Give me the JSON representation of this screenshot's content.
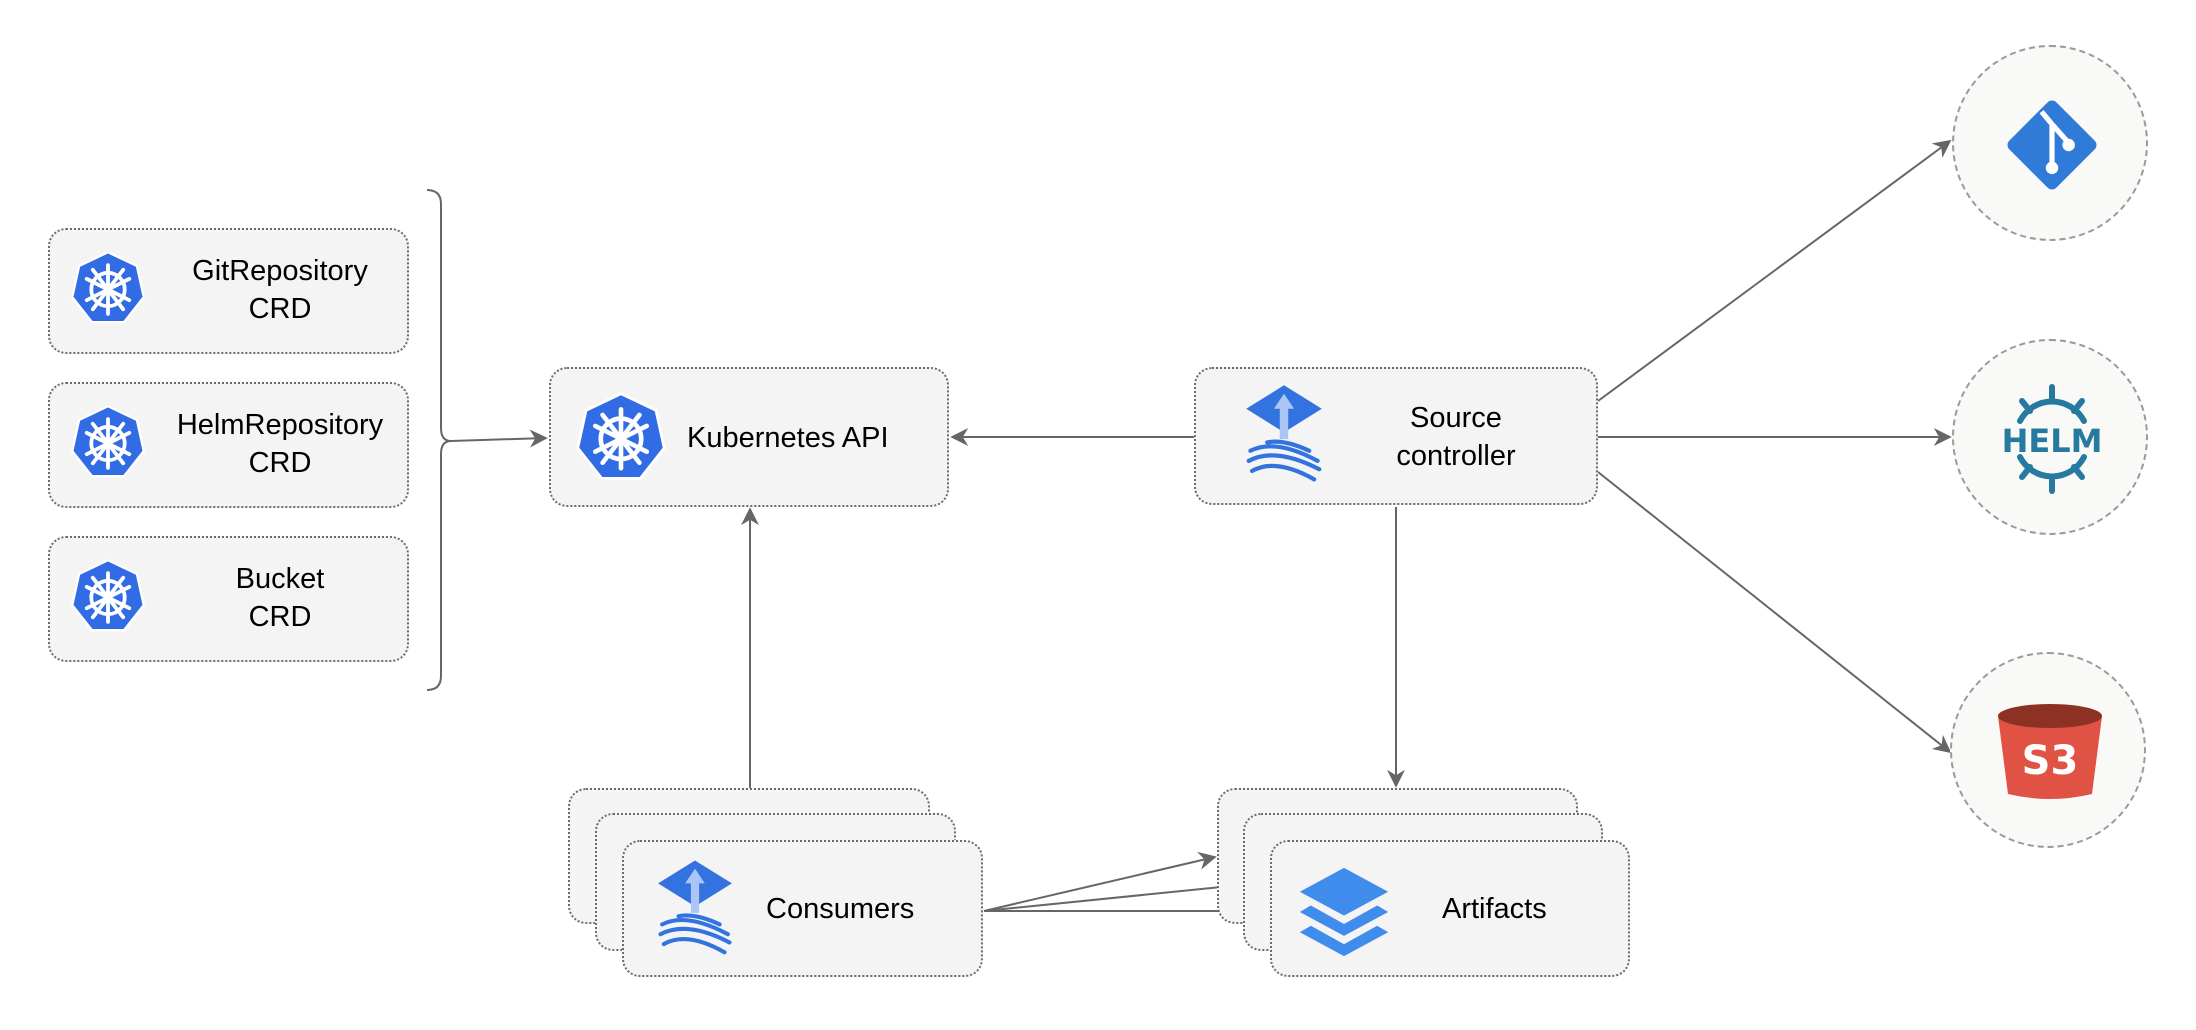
{
  "crds": [
    {
      "line1": "GitRepository",
      "line2": "CRD",
      "icon": "kubernetes-icon"
    },
    {
      "line1": "HelmRepository",
      "line2": "CRD",
      "icon": "kubernetes-icon"
    },
    {
      "line1": "Bucket",
      "line2": "CRD",
      "icon": "kubernetes-icon"
    }
  ],
  "kubernetes_api": {
    "label": "Kubernetes API",
    "icon": "kubernetes-icon"
  },
  "source_controller": {
    "line1": "Source",
    "line2": "controller",
    "icon": "flux-icon"
  },
  "consumers": {
    "label": "Consumers",
    "icon": "flux-icon"
  },
  "artifacts": {
    "label": "Artifacts",
    "icon": "layers-icon"
  },
  "sources": [
    {
      "name": "git",
      "icon": "git-icon"
    },
    {
      "name": "helm",
      "icon": "helm-icon",
      "logo_text": "HELM"
    },
    {
      "name": "s3",
      "icon": "s3-bucket-icon",
      "logo_text": "S3"
    }
  ],
  "colors": {
    "kubernetes": "#326ce5",
    "flux": "#3273e0",
    "layers": "#408cec",
    "git": "#2f7bd7",
    "helm": "#277a9f",
    "s3": "#e05243",
    "s3_dark": "#8c3123",
    "box_bg": "#f4f4f4",
    "edge": "#666666"
  }
}
